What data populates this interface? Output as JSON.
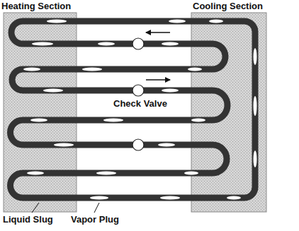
{
  "diagram": {
    "nodes": [
      {
        "text": [
          "Heating Section"
        ]
      },
      {
        "text": [
          "Cooling Section"
        ]
      }
    ],
    "labels": [
      "Check Valve",
      "Liquid Slug",
      "Vapor Plug"
    ]
  }
}
